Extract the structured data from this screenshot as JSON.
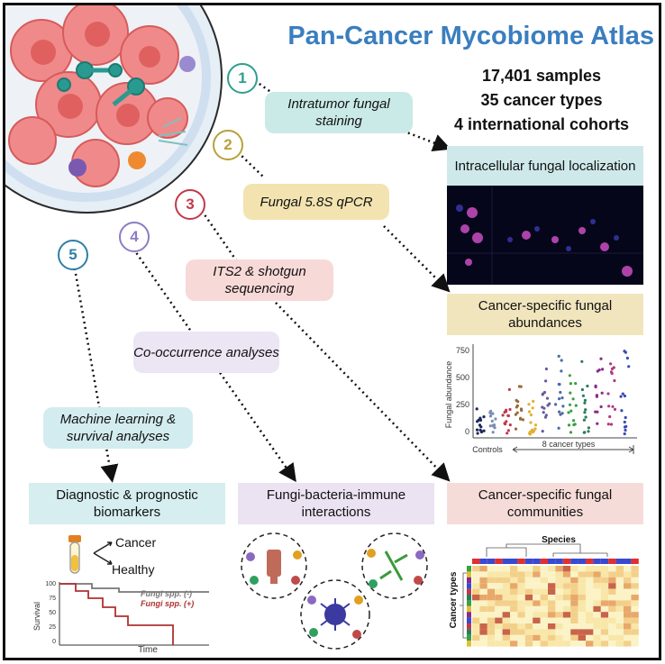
{
  "title": "Pan-Cancer Mycobiome Atlas",
  "stats": [
    "17,401 samples",
    "35 cancer types",
    "4 international cohorts"
  ],
  "steps": [
    {
      "num": "1",
      "label": "Intratumor fungal staining",
      "color": "#2f9e8f",
      "fill": "#c9eae6"
    },
    {
      "num": "2",
      "label": "Fungal 5.8S qPCR",
      "color": "#b8a13a",
      "fill": "#f2e3b0"
    },
    {
      "num": "3",
      "label": "ITS2 & shotgun sequencing",
      "color": "#c0394b",
      "fill": "#f7d9d8"
    },
    {
      "num": "4",
      "label": "Co-occurrence analyses",
      "color": "#8e7cc3",
      "fill": "#ece5f4"
    },
    {
      "num": "5",
      "label": "Machine learning & survival analyses",
      "color": "#2f7fa6",
      "fill": "#d3ecef"
    }
  ],
  "panels": {
    "localization": {
      "header": "Intracellular fungal localization",
      "fill": "#cfe9ea"
    },
    "abundance": {
      "header": "Cancer-specific fungal abundances",
      "fill": "#f1e5bd"
    },
    "communities": {
      "header": "Cancer-specific fungal communities",
      "fill": "#f6dcd9"
    },
    "interactions": {
      "header": "Fungi-bacteria-immune interactions",
      "fill": "#ebe2f2"
    },
    "biomarkers": {
      "header": "Diagnostic & prognostic biomarkers",
      "fill": "#d6eef0"
    }
  },
  "biomarker_text": {
    "cancer": "Cancer",
    "healthy": "Healthy"
  },
  "survival": {
    "ylabel": "Survival",
    "xlabel": "Time",
    "yticks": [
      "100",
      "75",
      "50",
      "25",
      "0"
    ],
    "legend_neg": "Fungi spp. (-)",
    "legend_pos": "Fungi spp. (+)",
    "color_neg": "#777777",
    "color_pos": "#b03030"
  },
  "abundance_chart": {
    "ylabel": "Fungal abundance",
    "yticks": [
      "750",
      "500",
      "250",
      "0"
    ],
    "controls_label": "Controls",
    "cancer_label": "8 cancer types",
    "group_colors": [
      "#1a2a5a",
      "#7a8fb5",
      "#c0394b",
      "#9a6a3a",
      "#e0b030",
      "#6a5a9a",
      "#4a6aa5",
      "#3aa040",
      "#2e7a5a",
      "#8a2a8a",
      "#b03a80",
      "#3a4ab5"
    ]
  },
  "heatmap": {
    "title": "Species",
    "ylabel": "Cancer types"
  }
}
